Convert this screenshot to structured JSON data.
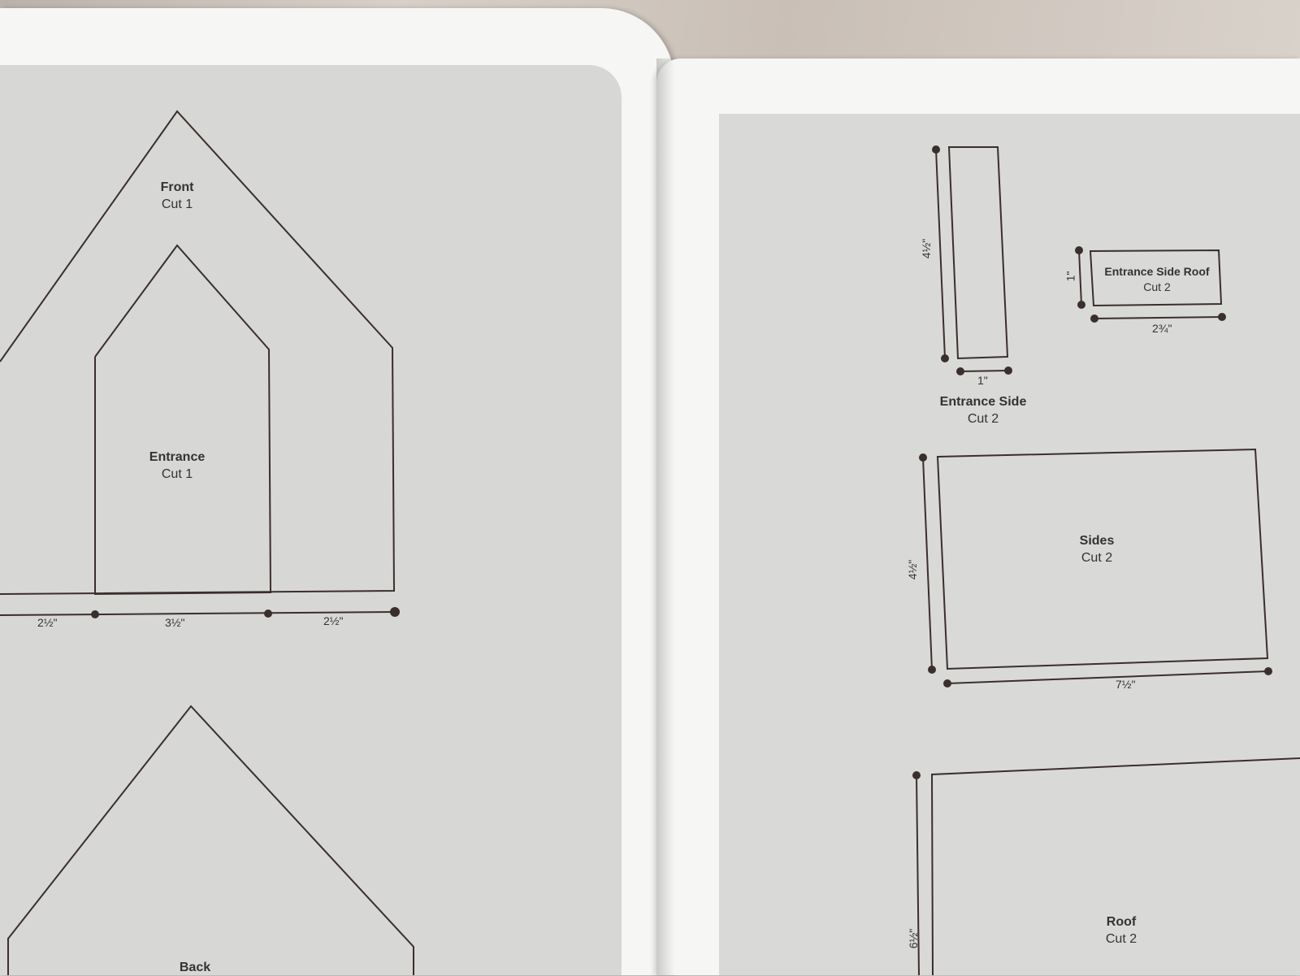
{
  "patterns": [
    {
      "name": "Front",
      "cut": "Cut 1"
    },
    {
      "name": "Entrance",
      "cut": "Cut 1"
    },
    {
      "name": "Back",
      "cut": ""
    },
    {
      "name": "Entrance Side",
      "cut": "Cut 2"
    },
    {
      "name": "Entrance Side Roof",
      "cut": "Cut 2"
    },
    {
      "name": "Sides",
      "cut": "Cut 2"
    },
    {
      "name": "Roof",
      "cut": "Cut 2"
    }
  ],
  "dimensions": {
    "front_left": "2½\"",
    "front_center": "3½\"",
    "front_right": "2½\"",
    "entrance_side_height": "4½\"",
    "entrance_side_width": "1\"",
    "entrance_side_roof_height": "1\"",
    "entrance_side_roof_width": "2¾\"",
    "sides_height": "4½\"",
    "sides_width": "7½\"",
    "roof_height": "6½\""
  },
  "colors": {
    "line": "#3a2f2c",
    "panel": "#d7d7d6",
    "paper": "#f6f6f4"
  }
}
